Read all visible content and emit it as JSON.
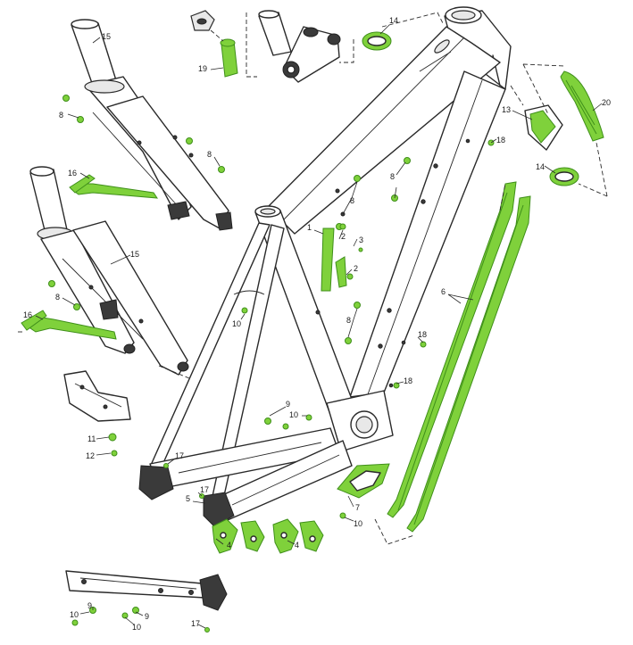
{
  "callouts": [
    {
      "id": "c15a",
      "text": "15"
    },
    {
      "id": "c8a",
      "text": "8"
    },
    {
      "id": "c8b",
      "text": "8"
    },
    {
      "id": "c16a",
      "text": "16"
    },
    {
      "id": "c15b",
      "text": "15"
    },
    {
      "id": "c8c",
      "text": "8"
    },
    {
      "id": "c16b",
      "text": "16"
    },
    {
      "id": "c19",
      "text": "19"
    },
    {
      "id": "c14a",
      "text": "14"
    },
    {
      "id": "c20",
      "text": "20"
    },
    {
      "id": "c13",
      "text": "13"
    },
    {
      "id": "c18a",
      "text": "18"
    },
    {
      "id": "c14b",
      "text": "14"
    },
    {
      "id": "c8d",
      "text": "8"
    },
    {
      "id": "c8e",
      "text": "8"
    },
    {
      "id": "c1",
      "text": "1"
    },
    {
      "id": "c2a",
      "text": "2"
    },
    {
      "id": "c3",
      "text": "3"
    },
    {
      "id": "c2b",
      "text": "2"
    },
    {
      "id": "c6",
      "text": "6"
    },
    {
      "id": "c8f",
      "text": "8"
    },
    {
      "id": "c18b",
      "text": "18"
    },
    {
      "id": "c18c",
      "text": "18"
    },
    {
      "id": "c10a",
      "text": "10"
    },
    {
      "id": "c9a",
      "text": "9"
    },
    {
      "id": "c10b",
      "text": "10"
    },
    {
      "id": "c11",
      "text": "11"
    },
    {
      "id": "c12",
      "text": "12"
    },
    {
      "id": "c17a",
      "text": "17"
    },
    {
      "id": "c17b",
      "text": "17"
    },
    {
      "id": "c5",
      "text": "5"
    },
    {
      "id": "c4a",
      "text": "4"
    },
    {
      "id": "c4b",
      "text": "4"
    },
    {
      "id": "c7",
      "text": "7"
    },
    {
      "id": "c10c",
      "text": "10"
    },
    {
      "id": "c10d",
      "text": "10"
    },
    {
      "id": "c9b",
      "text": "9"
    },
    {
      "id": "c9c",
      "text": "9"
    },
    {
      "id": "c10e",
      "text": "10"
    },
    {
      "id": "c17c",
      "text": "17"
    }
  ],
  "colors": {
    "line": "#2a2a2a",
    "highlight": "#7fd13b",
    "highlight_edge": "#3f8f1a",
    "background": "#ffffff"
  }
}
